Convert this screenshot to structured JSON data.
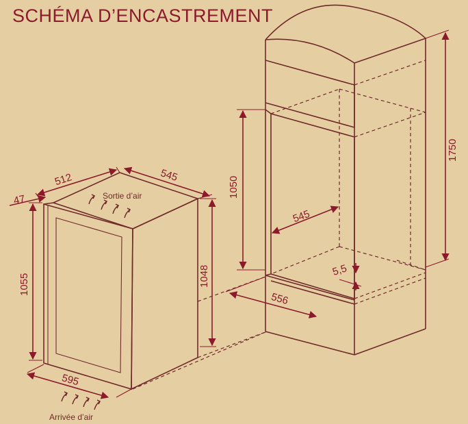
{
  "title": "SCHÉMA D’ENCASTREMENT",
  "labels": {
    "air_out": "Sortie d’air",
    "air_in": "Arrivée d’air"
  },
  "dimensions": {
    "cabinet_depth_top": "512",
    "cabinet_width_top": "545",
    "door_thickness": "47",
    "cabinet_height_front": "1055",
    "cabinet_height_side": "1048",
    "cabinet_width_bottom": "595",
    "niche_height": "1050",
    "niche_width": "545",
    "niche_gap": "5,5",
    "niche_depth": "556",
    "column_height": "1750"
  },
  "colors": {
    "background": "#e6cea3",
    "accent": "#8b1a2b",
    "line": "#6f2a2a"
  },
  "icons": [
    "air-arrow-icon"
  ]
}
